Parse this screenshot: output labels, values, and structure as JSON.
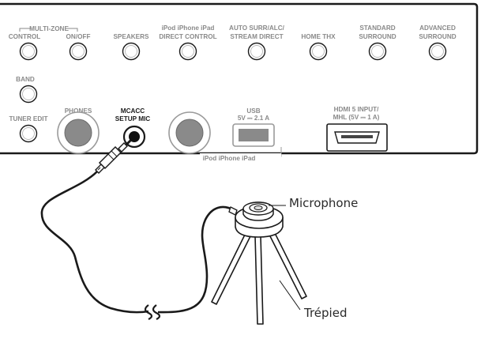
{
  "panel": {
    "multizone_header": "MULTI-ZONE",
    "buttons": [
      {
        "line1": "CONTROL",
        "line2": ""
      },
      {
        "line1": "ON/OFF",
        "line2": ""
      },
      {
        "line1": "SPEAKERS",
        "line2": ""
      },
      {
        "line1": "iPod iPhone iPad",
        "line2": "DIRECT CONTROL"
      },
      {
        "line1": "AUTO SURR/ALC/",
        "line2": "STREAM DIRECT"
      },
      {
        "line1": "HOME THX",
        "line2": ""
      },
      {
        "line1": "STANDARD",
        "line2": "SURROUND"
      },
      {
        "line1": "ADVANCED",
        "line2": "SURROUND"
      },
      {
        "line1": "BAND",
        "line2": ""
      },
      {
        "line1": "TUNER EDIT",
        "line2": ""
      }
    ],
    "phones_label": "PHONES",
    "mcacc_line1": "MCACC",
    "mcacc_line2": "SETUP MIC",
    "usb_label": "USB",
    "usb_spec": "5V ⎓ 2.1 A",
    "ipod_label": "iPod iPhone iPad",
    "hdmi_line1": "HDMI 5 INPUT/",
    "hdmi_line2": "MHL (5V ⎓ 1 A)"
  },
  "callouts": {
    "microphone": "Microphone",
    "tripod": "Trépied"
  }
}
